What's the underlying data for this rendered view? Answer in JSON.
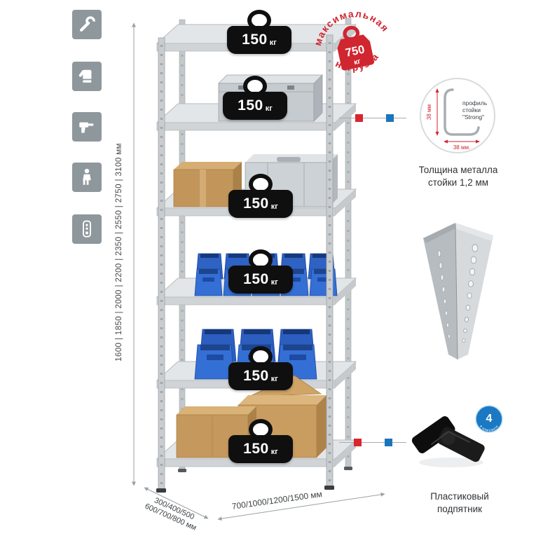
{
  "colors": {
    "red": "#d8262c",
    "blue": "#1b75bb",
    "icon_bg": "#8e979c"
  },
  "left_icons": [
    {
      "icon": "wrench-icon"
    },
    {
      "icon": "gloves-icon"
    },
    {
      "icon": "drill-icon"
    },
    {
      "icon": "person-icon"
    },
    {
      "icon": "power-strip-icon"
    }
  ],
  "dimensions": {
    "height": "1600 | 1850 | 2000 | 2200 | 2350 | 2550 | 2750 | 3100 мм",
    "depth_line1": "300/400/500",
    "depth_line2": "600/700/800 мм",
    "width": "700/1000/1200/1500 мм"
  },
  "shelf_load": {
    "value": "150",
    "unit": "кг"
  },
  "stamp": {
    "arc_top": "максимальная",
    "arc_bottom": "нагрузка",
    "value": "750",
    "unit": "кг"
  },
  "profile_detail": {
    "dim_vertical": "38 мм",
    "dim_horizontal": "38 мм.",
    "label_line1": "профиль",
    "label_line2": "стойки",
    "label_line3": "\"Strong\"",
    "caption_line1": "Толщина металла",
    "caption_line2": "стойки 1,2 мм"
  },
  "foot_detail": {
    "badge_value": "4",
    "badge_text": "в комплекте",
    "caption_line1": "Пластиковый",
    "caption_line2": "подпятник"
  }
}
